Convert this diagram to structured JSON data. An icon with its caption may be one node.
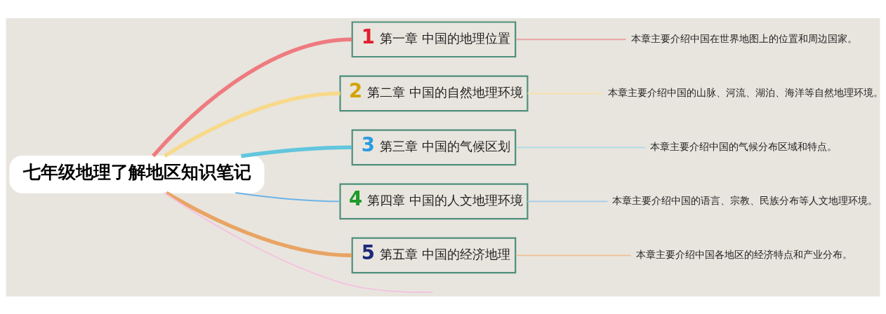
{
  "diagram": {
    "nodes": [
      {
        "text": [
          "七年级地理了解地区知识笔记"
        ]
      },
      {
        "text": [
          "1",
          "第一章 中国的地理位置"
        ]
      },
      {
        "text": [
          "本章主要介绍中国在世界地图上的位置和周边国家。"
        ]
      },
      {
        "text": [
          "2",
          "第二章 中国的自然地理环境"
        ]
      },
      {
        "text": [
          "本章主要介绍中国的山脉、河流、湖泊、海洋等自然地理环境。"
        ]
      },
      {
        "text": [
          "3",
          "第三章 中国的气候区划"
        ]
      },
      {
        "text": [
          "本章主要介绍中国的气候分布区域和特点。"
        ]
      },
      {
        "text": [
          "4",
          "第四章 中国的人文地理环境"
        ]
      },
      {
        "text": [
          "本章主要介绍中国的语言、宗教、民族分布等人文地理环境。"
        ]
      },
      {
        "text": [
          "5",
          "第五章 中国的经济地理"
        ]
      },
      {
        "text": [
          "本章主要介绍中国各地区的经济特点和产业分布。"
        ]
      }
    ],
    "edges": [
      {
        "from": 0,
        "to": 1,
        "arrow": "none",
        "style": "thick",
        "color": "#ee7b80"
      },
      {
        "from": 0,
        "to": 3,
        "arrow": "none",
        "style": "thick",
        "color": "#f8d98a"
      },
      {
        "from": 0,
        "to": 5,
        "arrow": "none",
        "style": "thick",
        "color": "#62c6de"
      },
      {
        "from": 0,
        "to": 7,
        "arrow": "none",
        "color": "#6cb4e8"
      },
      {
        "from": 0,
        "to": 9,
        "arrow": "none",
        "style": "thick",
        "color": "#e9a464"
      },
      {
        "from": 0,
        "to": null,
        "arrow": "none",
        "color": "#f5c0e2"
      },
      {
        "from": 1,
        "to": 2,
        "arrow": "none",
        "color": "#eba3a3"
      },
      {
        "from": 3,
        "to": 4,
        "arrow": "none",
        "color": "#f5e2a8"
      },
      {
        "from": 5,
        "to": 6,
        "arrow": "none",
        "color": "#a9dce6"
      },
      {
        "from": 7,
        "to": 8,
        "arrow": "none",
        "color": "#a4cbea"
      },
      {
        "from": 9,
        "to": 10,
        "arrow": "none",
        "color": "#f0bf94"
      }
    ]
  }
}
